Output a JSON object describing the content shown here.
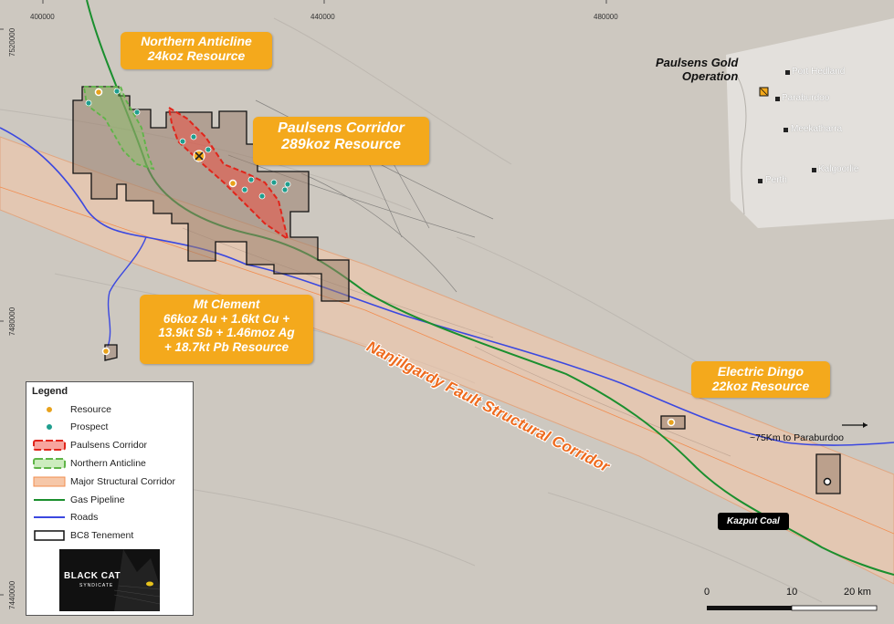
{
  "grid": {
    "eastings": [
      "400000",
      "440000",
      "480000"
    ],
    "northings": [
      "7520000",
      "7480000",
      "7440000"
    ]
  },
  "labels": {
    "northern_anticline": [
      "Northern Anticline",
      "24koz Resource"
    ],
    "paulsens_corridor": [
      "Paulsens Corridor",
      "289koz Resource"
    ],
    "mt_clement": [
      "Mt Clement",
      "66koz Au + 1.6kt Cu +",
      "13.9kt Sb + 1.46moz Ag",
      "+ 18.7kt Pb Resource"
    ],
    "electric_dingo": [
      "Electric Dingo",
      "22koz Resource"
    ]
  },
  "fault_label": "Nanjilgardy Fault Structural Corridor",
  "kazput": "Kazput Coal",
  "to_paraburdoo": "~75Km to Paraburdoo",
  "inset": {
    "operation": [
      "Paulsens Gold",
      "Operation"
    ],
    "towns": [
      "Port Hedland",
      "Paraburdoo",
      "Meekatharra",
      "Perth",
      "Kalgoorlie"
    ]
  },
  "legend": {
    "title": "Legend",
    "items": [
      {
        "label": "Resource",
        "symbol": "resource-dot",
        "color": "#e8a21c"
      },
      {
        "label": "Prospect",
        "symbol": "prospect-dot",
        "color": "#1f9e8e"
      },
      {
        "label": "Paulsens Corridor",
        "symbol": "dashed-red-polygon",
        "color": "#e0251b"
      },
      {
        "label": "Northern Anticline",
        "symbol": "dashed-green-polygon",
        "color": "#5fb548"
      },
      {
        "label": "Major Structural Corridor",
        "symbol": "orange-polygon",
        "color": "#f28c4e"
      },
      {
        "label": "Gas Pipeline",
        "symbol": "green-line",
        "color": "#1a8f2e"
      },
      {
        "label": "Roads",
        "symbol": "blue-line",
        "color": "#3b48e0"
      },
      {
        "label": "BC8 Tenement",
        "symbol": "black-outline",
        "color": "#111111"
      }
    ]
  },
  "logo": {
    "line1": "BLACK CAT",
    "line2": "SYNDICATE"
  },
  "scalebar": {
    "labels": [
      "0",
      "10",
      "20 km"
    ]
  }
}
